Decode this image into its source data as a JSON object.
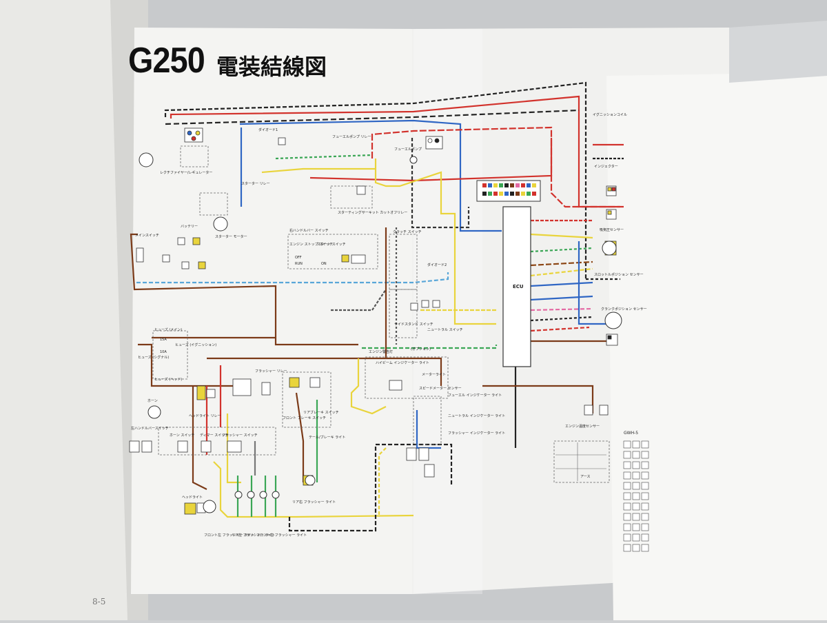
{
  "header": {
    "model_fragment": "G250",
    "title_jp": "電装結線図"
  },
  "page_number": "8-5",
  "ecu_label": "ECU",
  "legend_heading": "GWH-5",
  "legend_item_ground": "アース",
  "components": {
    "regulator": "レクチファイヤー/レギュレーター",
    "starter_relay": "スターター リレー",
    "battery": "バッテリー",
    "starter_motor": "スターター モーター",
    "main_switch": "メインスイッチ",
    "diode_1": "ダイオード1",
    "fuel_pump_relay": "フューエルポンプ リレー",
    "fuel_pump": "フューエルポンプ",
    "starting_cutoff_relay": "スターティングサーキット カットオフリレー",
    "right_handlebar_switch": "右ハンドルバー スイッチ",
    "engine_stop_switch": "エンジン ストップ スイッチ",
    "start_switch": "スタート スイッチ",
    "clutch_switch": "クラッチ スイッチ",
    "diode_2": "ダイオード2",
    "sidestand_switch": "サイドスタンド スイッチ",
    "neutral_switch": "ニュートラル スイッチ",
    "fuse_main": "ヒューズ (メイン)",
    "fuse_ignition": "ヒューズ (イグニッション)",
    "fuse_signal": "ヒューズ (シグナル)",
    "fuse_head": "ヒューズ (ヘッド)",
    "horn": "ホーン",
    "headlight_relay": "ヘッドライト リレー",
    "flasher_relay": "フラッシャー リレー",
    "front_brake_switch": "フロント ブレーキ スイッチ",
    "rear_brake_switch": "リアブレーキ スイッチ",
    "tail_brake_light": "テール/ブレーキ ライト",
    "left_handlebar_switch": "左ハンドルバースイッチ",
    "horn_switch": "ホーン スイッチ",
    "dimmer_switch": "ディマー スイッチ",
    "turn_switch": "フラッシャー スイッチ",
    "headlight": "ヘッドライト",
    "front_flasher_left": "フロント左 フラッシャー ライト",
    "rear_flasher_left": "リア左 フラッシャー ライト",
    "front_flasher_right": "フロント右 フラッシャー ライト",
    "rear_flasher_right": "リア右 フラッシャー ライト",
    "engine_warning_light": "エンジン警告灯",
    "high_beam_indicator": "ハイビーム インジケーター ライト",
    "meter_light": "メーターライト",
    "speedometer_sensor": "スピードメーター センサー",
    "fuel_indicator": "フューエル インジケーター ライト",
    "neutral_indicator": "ニュートラル インジケーター ライト",
    "flasher_indicator": "フラッシャー インジケーター ライト",
    "engine_temp_sensor": "エンジン温度センサー",
    "option_light": "(オプション)",
    "ignition_coil": "イグニッションコイル",
    "injector": "インジェクター",
    "intake_sensor": "吸気圧センサー",
    "crank_sensor": "クランクポジション センサー",
    "throttle_sensor": "スロットルポジション センサー",
    "engine_stop_label_off": "OFF",
    "engine_stop_label_run": "RUN",
    "start_label_on": "ON",
    "fuse_10a": "10A",
    "fuse_15a": "15A"
  }
}
